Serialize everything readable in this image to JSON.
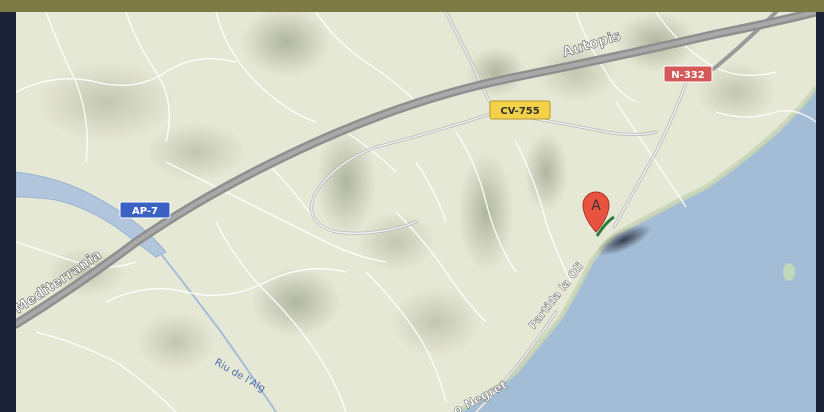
{
  "map": {
    "labels": {
      "mediterrania": "Mediterrania",
      "autopista": "Autopis",
      "partida": "Partida la Oli",
      "negret": "o Negret",
      "river": "Riu de l'Alg"
    },
    "shields": {
      "ap7": "AP-7",
      "cv755": "CV-755",
      "n332": "N-332"
    },
    "marker": {
      "letter": "A"
    },
    "colors": {
      "land": "#e6e8d6",
      "sea": "#a3bdd6",
      "highway": "#8f8f8f",
      "ap7_shield": "#3b62c2",
      "cv755_shield": "#f3d24a",
      "n332_shield": "#d45a5a",
      "marker": "#e8533f"
    }
  }
}
